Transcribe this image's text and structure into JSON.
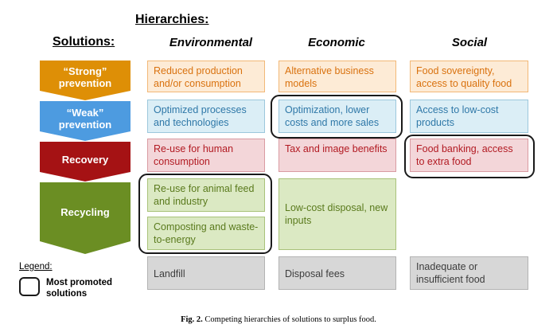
{
  "title": "Hierarchies:",
  "solutions_header": "Solutions:",
  "columns": [
    "Environmental",
    "Economic",
    "Social"
  ],
  "levels": [
    {
      "label": "“Strong” prevention",
      "line1": "“Strong”",
      "line2": "prevention",
      "color": "#de8f06"
    },
    {
      "label": "“Weak” prevention",
      "line1": "“Weak”",
      "line2": "prevention",
      "color": "#4d9be0"
    },
    {
      "label": "Recovery",
      "line1": "Recovery",
      "line2": "",
      "color": "#a51214"
    },
    {
      "label": "Recycling",
      "line1": "Recycling",
      "line2": "",
      "color": "#6b8e23"
    }
  ],
  "cells": {
    "env_strong": "Reduced production and/or consumption",
    "eco_strong": "Alternative business models",
    "soc_strong": "Food sovereignty, access to quality food",
    "env_weak": "Optimized processes and technologies",
    "eco_weak": "Optimization, lower costs  and more sales",
    "soc_weak": "Access to low-cost products",
    "env_recovery": "Re-use for human consumption",
    "eco_recovery": "Tax and image benefits",
    "soc_recovery": "Food banking, access to extra food",
    "env_recycling_1": "Re-use for animal feed and industry",
    "env_recycling_2": "Composting and waste-to-energy",
    "eco_recycling": "Low-cost disposal, new inputs",
    "env_disposal": "Landfill",
    "eco_disposal": "Disposal fees",
    "soc_disposal": "Inadequate or insufficient food"
  },
  "legend": {
    "title": "Legend:",
    "item": "Most promoted solutions"
  },
  "caption": {
    "label": "Fig. 2.",
    "text": "Competing hierarchies of solutions to surplus food."
  }
}
